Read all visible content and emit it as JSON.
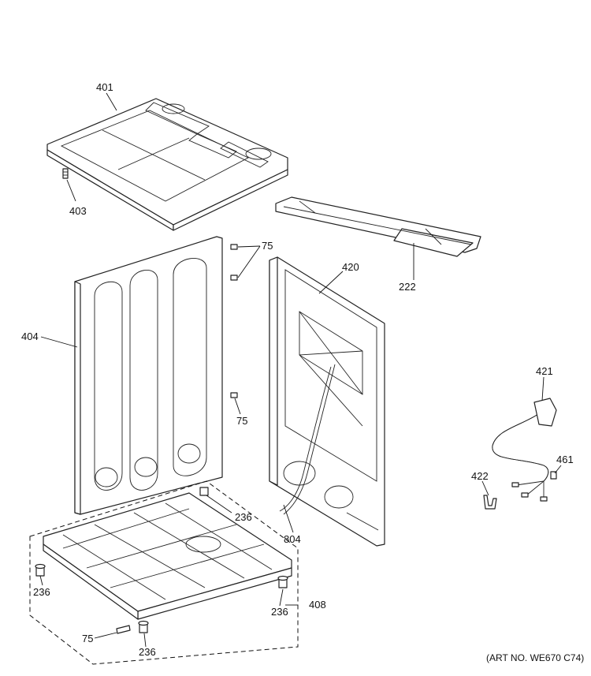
{
  "labels": {
    "l401": "401",
    "l403": "403",
    "l75a": "75",
    "l222": "222",
    "l420": "420",
    "l404": "404",
    "l75b": "75",
    "l421": "421",
    "l461": "461",
    "l422": "422",
    "l236a": "236",
    "l804": "804",
    "l236b": "236",
    "l236c": "236",
    "l408": "408",
    "l75c": "75",
    "l236d": "236"
  },
  "art_number": "(ART NO. WE670 C74)"
}
